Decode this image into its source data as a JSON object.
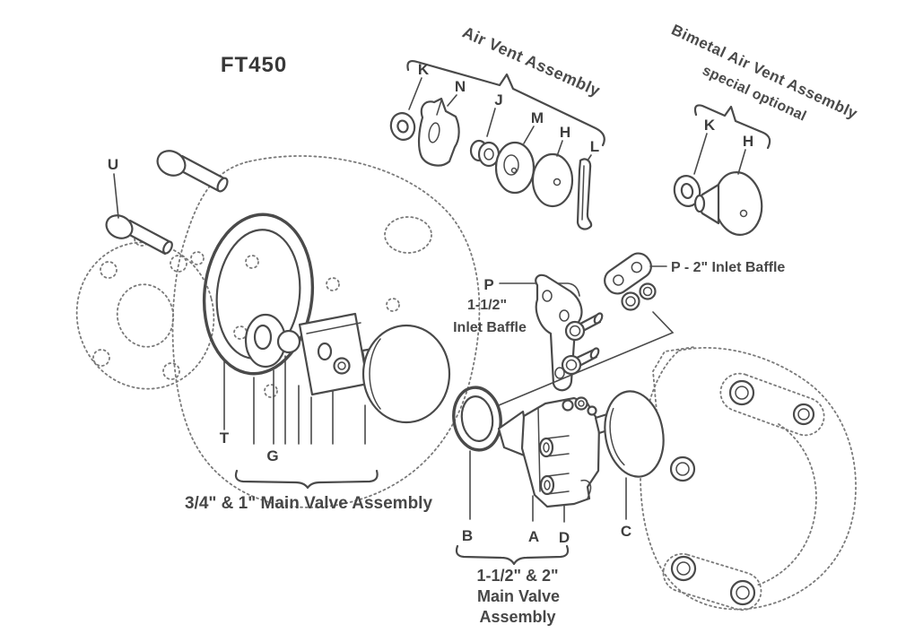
{
  "model_label": "FT450",
  "air_vent": {
    "title": "Air Vent Assembly",
    "part_k": "K",
    "part_n": "N",
    "part_j": "J",
    "part_m": "M",
    "part_h": "H",
    "part_l": "L"
  },
  "bimetal_air_vent": {
    "title_line1": "Bimetal Air Vent Assembly",
    "title_line2": "special optional",
    "part_k": "K",
    "part_h": "H"
  },
  "inlet_baffle_2in": {
    "label": "P - 2\" Inlet Baffle"
  },
  "inlet_baffle_15in": {
    "part_p": "P",
    "size": "1-1/2\"",
    "name": "Inlet Baffle"
  },
  "small_main_valve": {
    "part_u": "U",
    "part_t": "T",
    "part_g": "G",
    "caption": "3/4\" & 1\" Main Valve Assembly"
  },
  "large_main_valve": {
    "part_b": "B",
    "part_a": "A",
    "part_d": "D",
    "part_c": "C",
    "caption_line1": "1-1/2\" & 2\"",
    "caption_line2": "Main Valve",
    "caption_line3": "Assembly"
  },
  "colors": {
    "line": "#4a4a4a",
    "text": "#3e3e3e",
    "dashed_line": "#7a7a7a",
    "background": "#ffffff"
  }
}
